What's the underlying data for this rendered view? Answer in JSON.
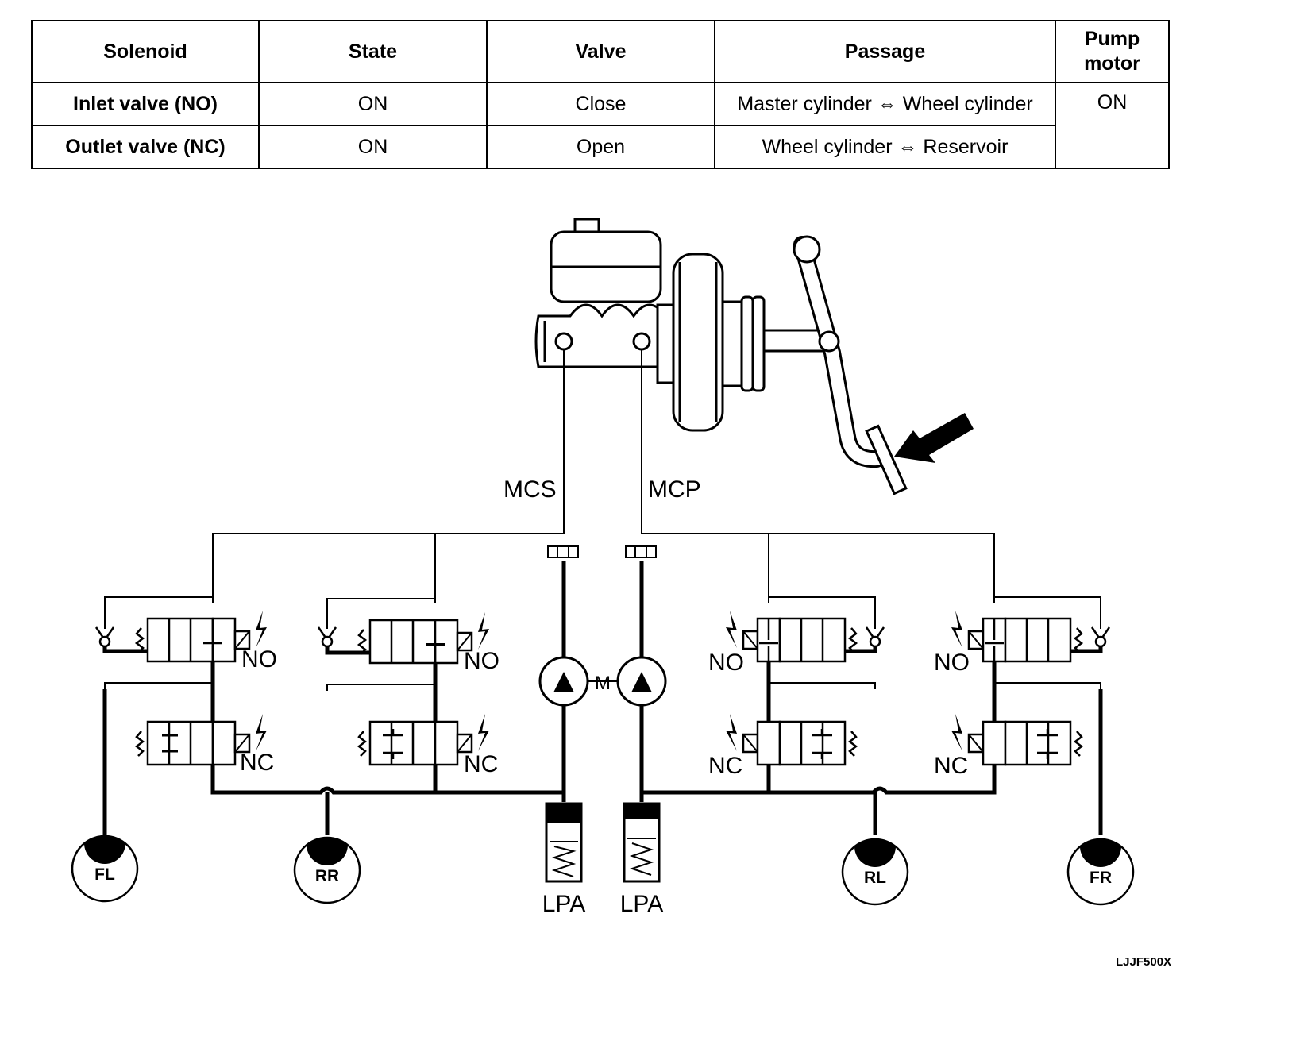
{
  "table": {
    "headers": [
      "Solenoid",
      "State",
      "Valve",
      "Passage",
      "Pump motor"
    ],
    "rows": [
      {
        "solenoid": "Inlet valve (NO)",
        "state": "ON",
        "valve": "Close",
        "passage": "Master cylinder ⇔ Wheel cylinder"
      },
      {
        "solenoid": "Outlet valve (NC)",
        "state": "ON",
        "valve": "Open",
        "passage": "Wheel cylinder ⇔ Reservoir"
      }
    ],
    "pump_motor": "ON"
  },
  "diagram": {
    "ports": {
      "left": "MCS",
      "right": "MCP"
    },
    "motor": "M",
    "inlet_label": "NO",
    "outlet_label": "NC",
    "accumulator": "LPA",
    "wheels": [
      "FL",
      "RR",
      "RL",
      "FR"
    ]
  },
  "figure_code": "LJJF500X"
}
